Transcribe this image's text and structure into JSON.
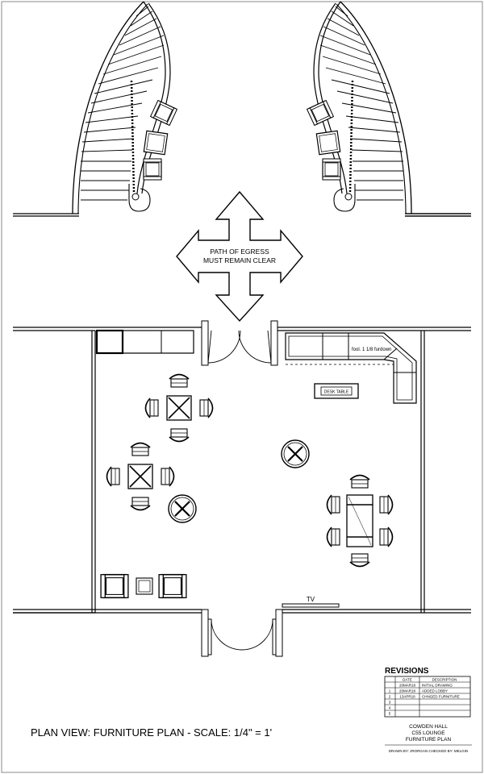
{
  "plan": {
    "title": "PLAN VIEW: FURNITURE PLAN - SCALE: 1/4\" = 1'",
    "egress_line1": "PATH OF EGRESS",
    "egress_line2": "MUST REMAIN CLEAR",
    "soffit_note": "fool. 1 1/8 furdown",
    "desk_label": "DESK TABLE",
    "tv_label": "TV"
  },
  "revisions": {
    "heading": "REVISIONS",
    "col_date": "DATE",
    "col_desc": "DESCRIPTION",
    "rows": [
      {
        "num": "",
        "date": "20MAR18",
        "desc": "INITIAL DRAWING"
      },
      {
        "num": "1",
        "date": "20MAR18",
        "desc": "ADDED LOBBY"
      },
      {
        "num": "2",
        "date": "13APR18",
        "desc": "CHNGED FURNITURE"
      },
      {
        "num": "3",
        "date": "",
        "desc": ""
      },
      {
        "num": "4",
        "date": "",
        "desc": ""
      },
      {
        "num": "5",
        "date": "",
        "desc": ""
      }
    ]
  },
  "title_block": {
    "line1": "COWDEN HALL",
    "line2": "C55 LOUNGE",
    "line3": "FURNITURE PLAN",
    "credits": "DRAWN BY: JRORGAN   CHECKED BY: MELGIN"
  }
}
